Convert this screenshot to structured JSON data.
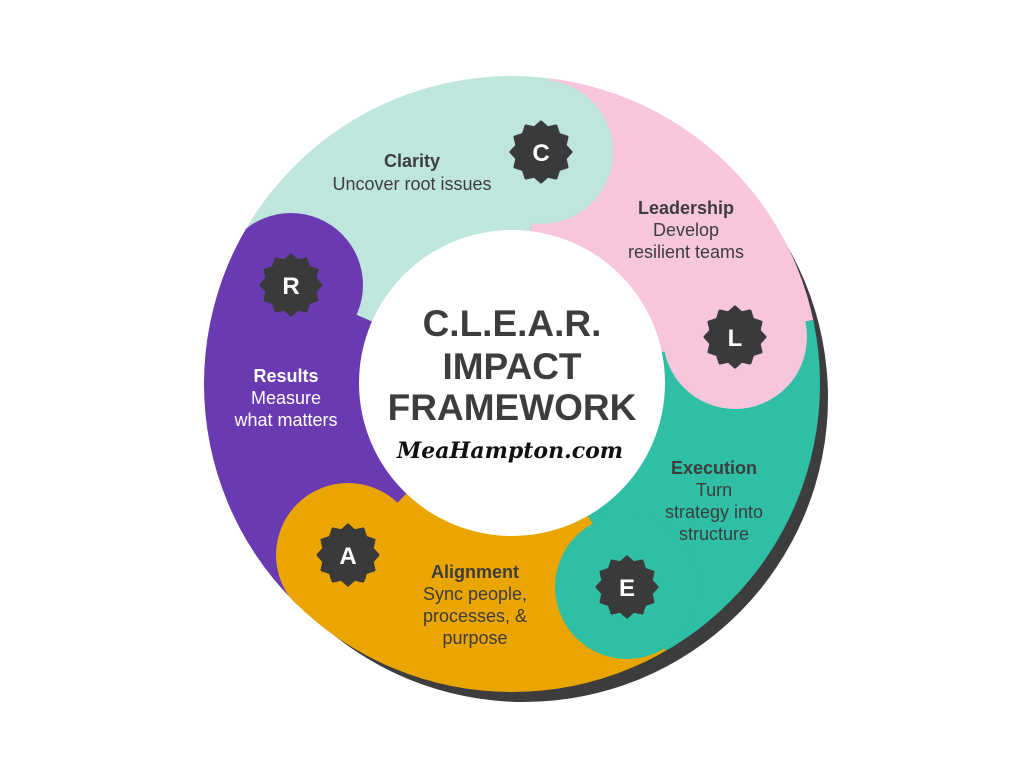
{
  "title": {
    "line1": "C.L.E.A.R.",
    "line2": "IMPACT",
    "line3": "FRAMEWORK"
  },
  "website": "MeaHampton.com",
  "colors": {
    "shadow": "#3d3d3d",
    "badge": "#3a3a3a",
    "text": "#3d3d3d"
  },
  "segments": [
    {
      "key": "clarity",
      "letter": "C",
      "title": "Clarity",
      "lines": [
        "Uncover root issues"
      ],
      "color": "#bfe6dc",
      "icon": "badge-c-icon"
    },
    {
      "key": "leadership",
      "letter": "L",
      "title": "Leadership",
      "lines": [
        "Develop",
        "resilient teams"
      ],
      "color": "#f7c6dc",
      "icon": "badge-l-icon"
    },
    {
      "key": "execution",
      "letter": "E",
      "title": "Execution",
      "lines": [
        "Turn",
        "strategy into",
        "structure"
      ],
      "color": "#2ebfa5",
      "icon": "badge-e-icon"
    },
    {
      "key": "alignment",
      "letter": "A",
      "title": "Alignment",
      "lines": [
        "Sync people,",
        "processes, &",
        "purpose"
      ],
      "color": "#eba500",
      "icon": "badge-a-icon"
    },
    {
      "key": "results",
      "letter": "R",
      "title": "Results",
      "lines": [
        "Measure",
        "what matters"
      ],
      "color": "#6a3ab2",
      "icon": "badge-r-icon"
    }
  ]
}
